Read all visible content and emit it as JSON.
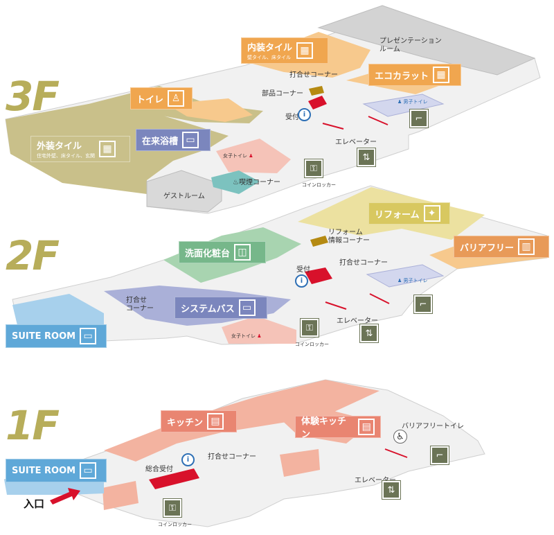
{
  "floors": {
    "f3": "3F",
    "f2": "2F",
    "f1": "1F"
  },
  "labels": {
    "naiso_tile": "内装タイル",
    "naiso_tile_sub": "壁タイル、床タイル",
    "presentation_room": "プレゼンテーション\nルーム",
    "uchiawase_corner_3f": "打合せコーナー",
    "eco_carat": "エコカラット",
    "toilet": "トイレ",
    "buhin_corner": "部品コーナー",
    "uketsuke_3f": "受付",
    "mens_toilet_3f": "男子トイレ",
    "zairai_yokuso": "在来浴槽",
    "gaiso_tile": "外装タイル",
    "gaiso_tile_sub": "住宅外壁、床タイル、玄関",
    "womens_toilet_3f": "女子トイレ",
    "elevator_3f": "エレベーター",
    "kitsuen_corner": "喫煙コーナー",
    "coin_locker_3f": "コインロッカー",
    "guest_room": "ゲストルーム",
    "reform": "リフォーム",
    "reform_info_corner": "リフォーム\n情報コーナー",
    "barrier_free": "バリアフリー",
    "senmen_kesho": "洗面化粧台",
    "uketsuke_2f": "受付",
    "uchiawase_corner_2f": "打合せコーナー",
    "mens_toilet_2f": "男子トイレ",
    "uchiawase_corner_2f_left": "打合せ\nコーナー",
    "system_bath": "システムバス",
    "elevator_2f": "エレベーター",
    "suite_room_2f": "SUITE ROOM",
    "womens_toilet_2f": "女子トイレ",
    "coin_locker_2f": "コインロッカー",
    "kitchen": "キッチン",
    "taiken_kitchen": "体験キッチン",
    "barrier_free_toilet": "バリアフリートイレ",
    "uchiawase_corner_1f": "打合せコーナー",
    "sogo_uketsuke": "総合受付",
    "suite_room_1f": "SUITE ROOM",
    "elevator_1f": "エレベーター",
    "entrance": "入口",
    "coin_locker_1f": "コインロッカー"
  },
  "colors": {
    "floor_3f": "#c9c08a",
    "floor_gray": "#e8e8e8",
    "orange_tag": "#f0a64f",
    "orange_area": "#f7c98d",
    "purple_tag": "#7b86bd",
    "purple_area": "#aab0d8",
    "yellow_tag": "#d8c860",
    "yellow_area": "#ece1a0",
    "green_tag": "#76b78a",
    "green_area": "#a8d4b0",
    "blue_tag": "#5fa8d8",
    "blue_area": "#a7d0ec",
    "salmon_tag": "#e98571",
    "salmon_area": "#f3b3a0",
    "pink_area": "#f5c3b8",
    "teal_area": "#7cc2bf",
    "red_counter": "#d8112b",
    "dark_green_icon": "#6b7456",
    "floor_label": "#b7ad5a"
  },
  "icons": {
    "grid": "grid-icon",
    "toilet": "toilet-icon",
    "bath": "bathtub-icon",
    "sparkle": "sparkle-icon",
    "barrier": "barrier-free-icon",
    "sink": "sink-icon",
    "kitchen": "kitchen-icon",
    "stairs": "stairs-icon",
    "elevator": "elevator-icon",
    "locker": "coin-locker-icon",
    "info": "information-icon",
    "person": "person-icon",
    "wheelchair": "wheelchair-icon"
  }
}
